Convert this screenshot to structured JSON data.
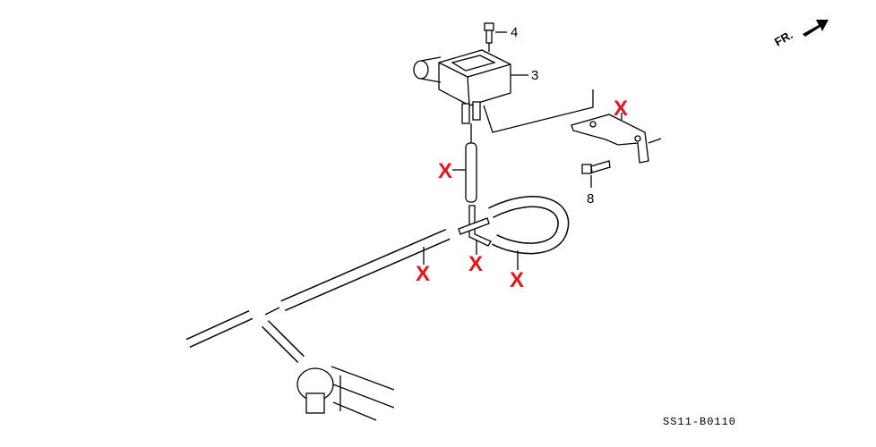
{
  "diagram": {
    "callouts": {
      "bolt_top": "4",
      "solenoid": "3",
      "bolt_bracket": "8"
    },
    "x_marks": [
      "X",
      "X",
      "X",
      "X",
      "X"
    ],
    "direction_label": "FR.",
    "diagram_code": "SS11-B0110"
  }
}
